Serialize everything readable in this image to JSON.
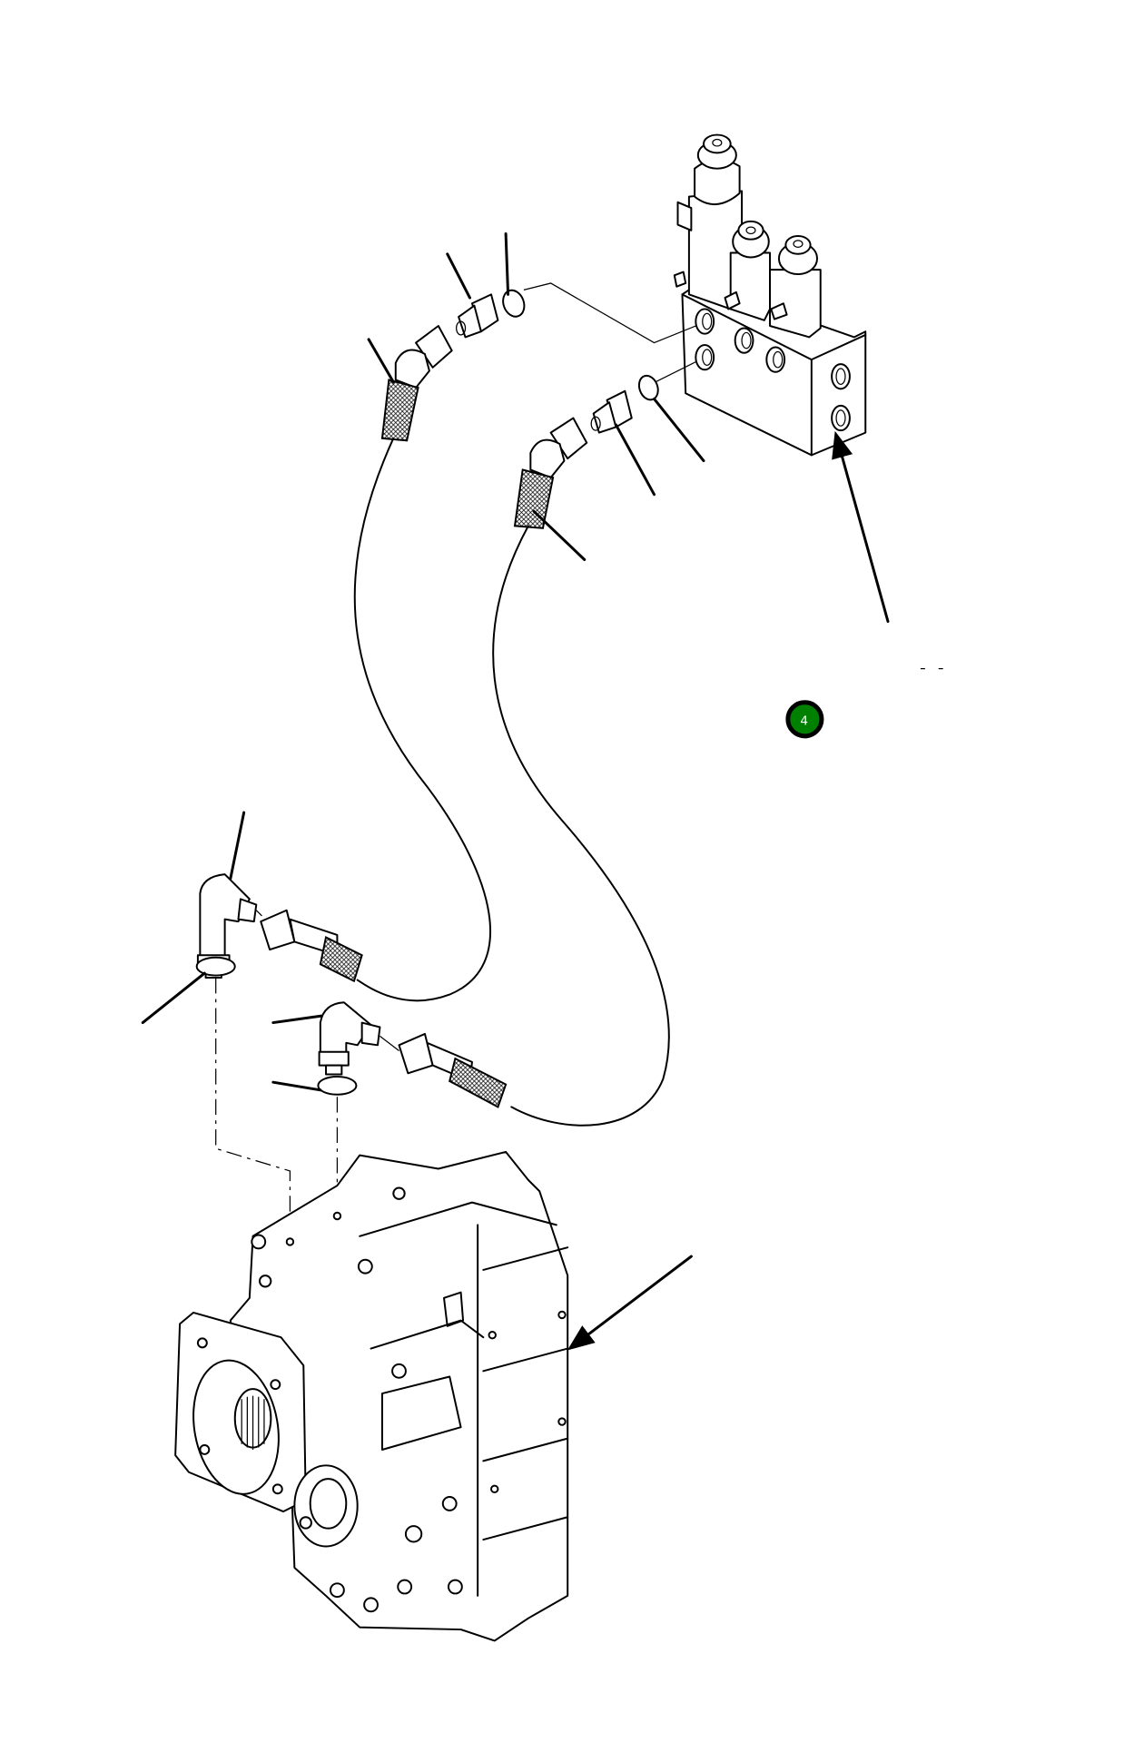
{
  "diagram": {
    "title": "Hydraulic hose assembly — solenoid valve block to transmission housing",
    "background_color": "#ffffff",
    "line_color": "#000000",
    "components": [
      {
        "id": "solenoid-valve-block",
        "description": "Valve block with three solenoid coils"
      },
      {
        "id": "upper-hose",
        "description": "Braided hose with swivel elbow fittings"
      },
      {
        "id": "lower-hose",
        "description": "Braided hose with swivel elbow fittings"
      },
      {
        "id": "adapter-fitting-upper",
        "description": "Straight adapter fitting"
      },
      {
        "id": "adapter-fitting-lower",
        "description": "Straight adapter fitting"
      },
      {
        "id": "o-ring-upper",
        "description": "O-ring seal"
      },
      {
        "id": "o-ring-lower",
        "description": "O-ring seal"
      },
      {
        "id": "elbow-fitting-left",
        "description": "90° elbow fitting"
      },
      {
        "id": "elbow-fitting-right",
        "description": "90° elbow fitting"
      },
      {
        "id": "o-ring-elbow-left",
        "description": "O-ring seal"
      },
      {
        "id": "o-ring-elbow-right",
        "description": "O-ring seal"
      },
      {
        "id": "transmission-housing",
        "description": "Transmission / pump housing"
      }
    ],
    "callout_marker": {
      "label": "4",
      "fill_color": "#008000",
      "border_color": "#000000",
      "text_color": "#ffffff"
    }
  }
}
